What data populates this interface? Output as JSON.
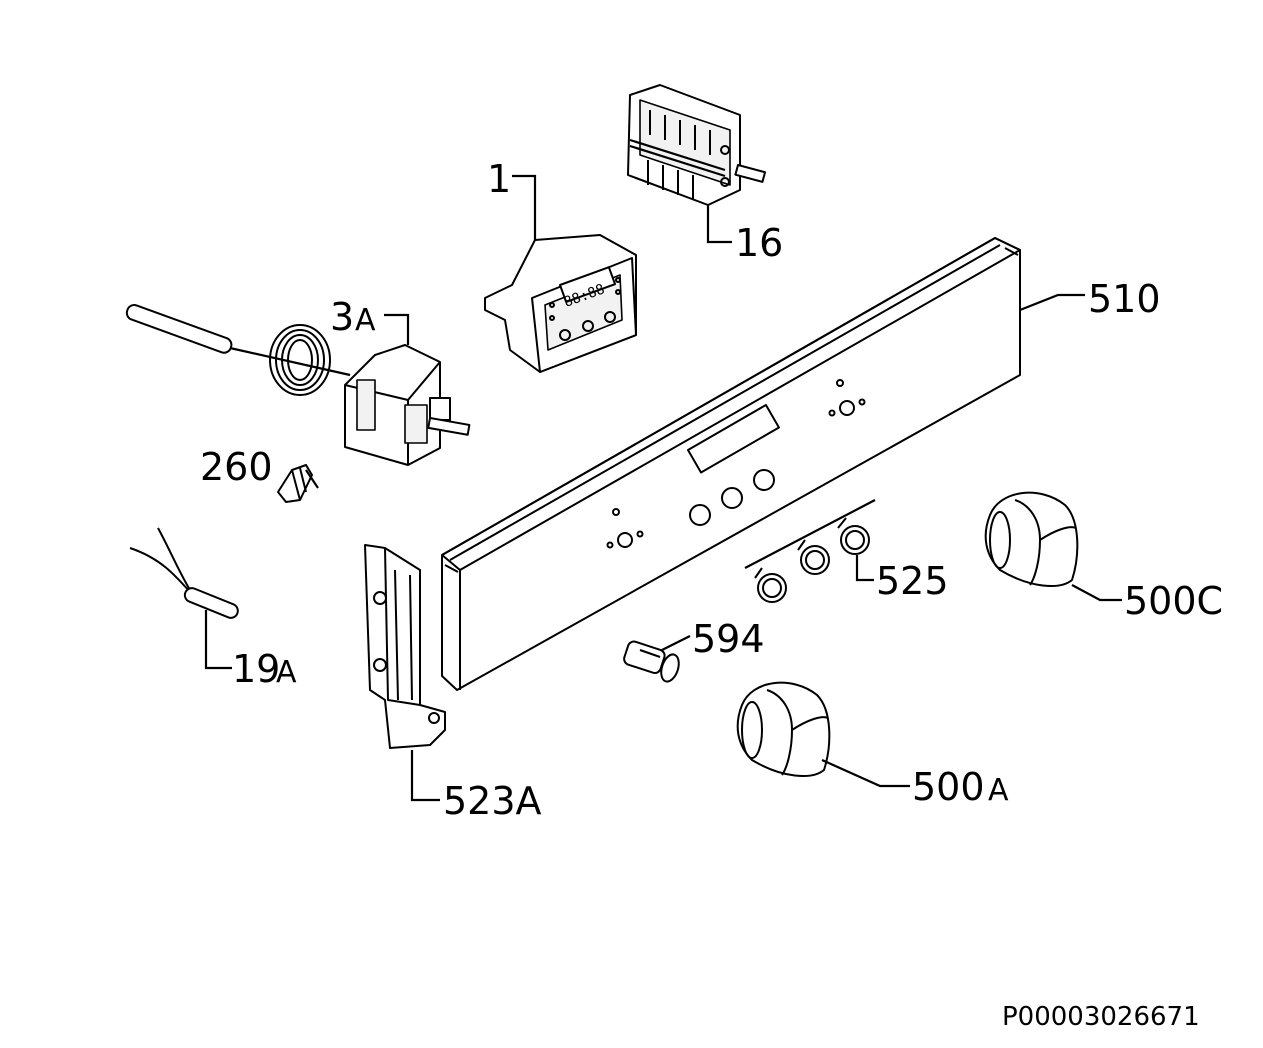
{
  "labels": {
    "p1": "1",
    "p16": "16",
    "p510": "510",
    "p3a_num": "3",
    "p3a_suf": "A",
    "p260": "260",
    "p19a_num": "19",
    "p19a_suf": "A",
    "p523a": "523A",
    "p594": "594",
    "p525": "525",
    "p500c": "500C",
    "p500a_num": "500",
    "p500a_suf": "A"
  },
  "drawing_code": "P00003026671"
}
